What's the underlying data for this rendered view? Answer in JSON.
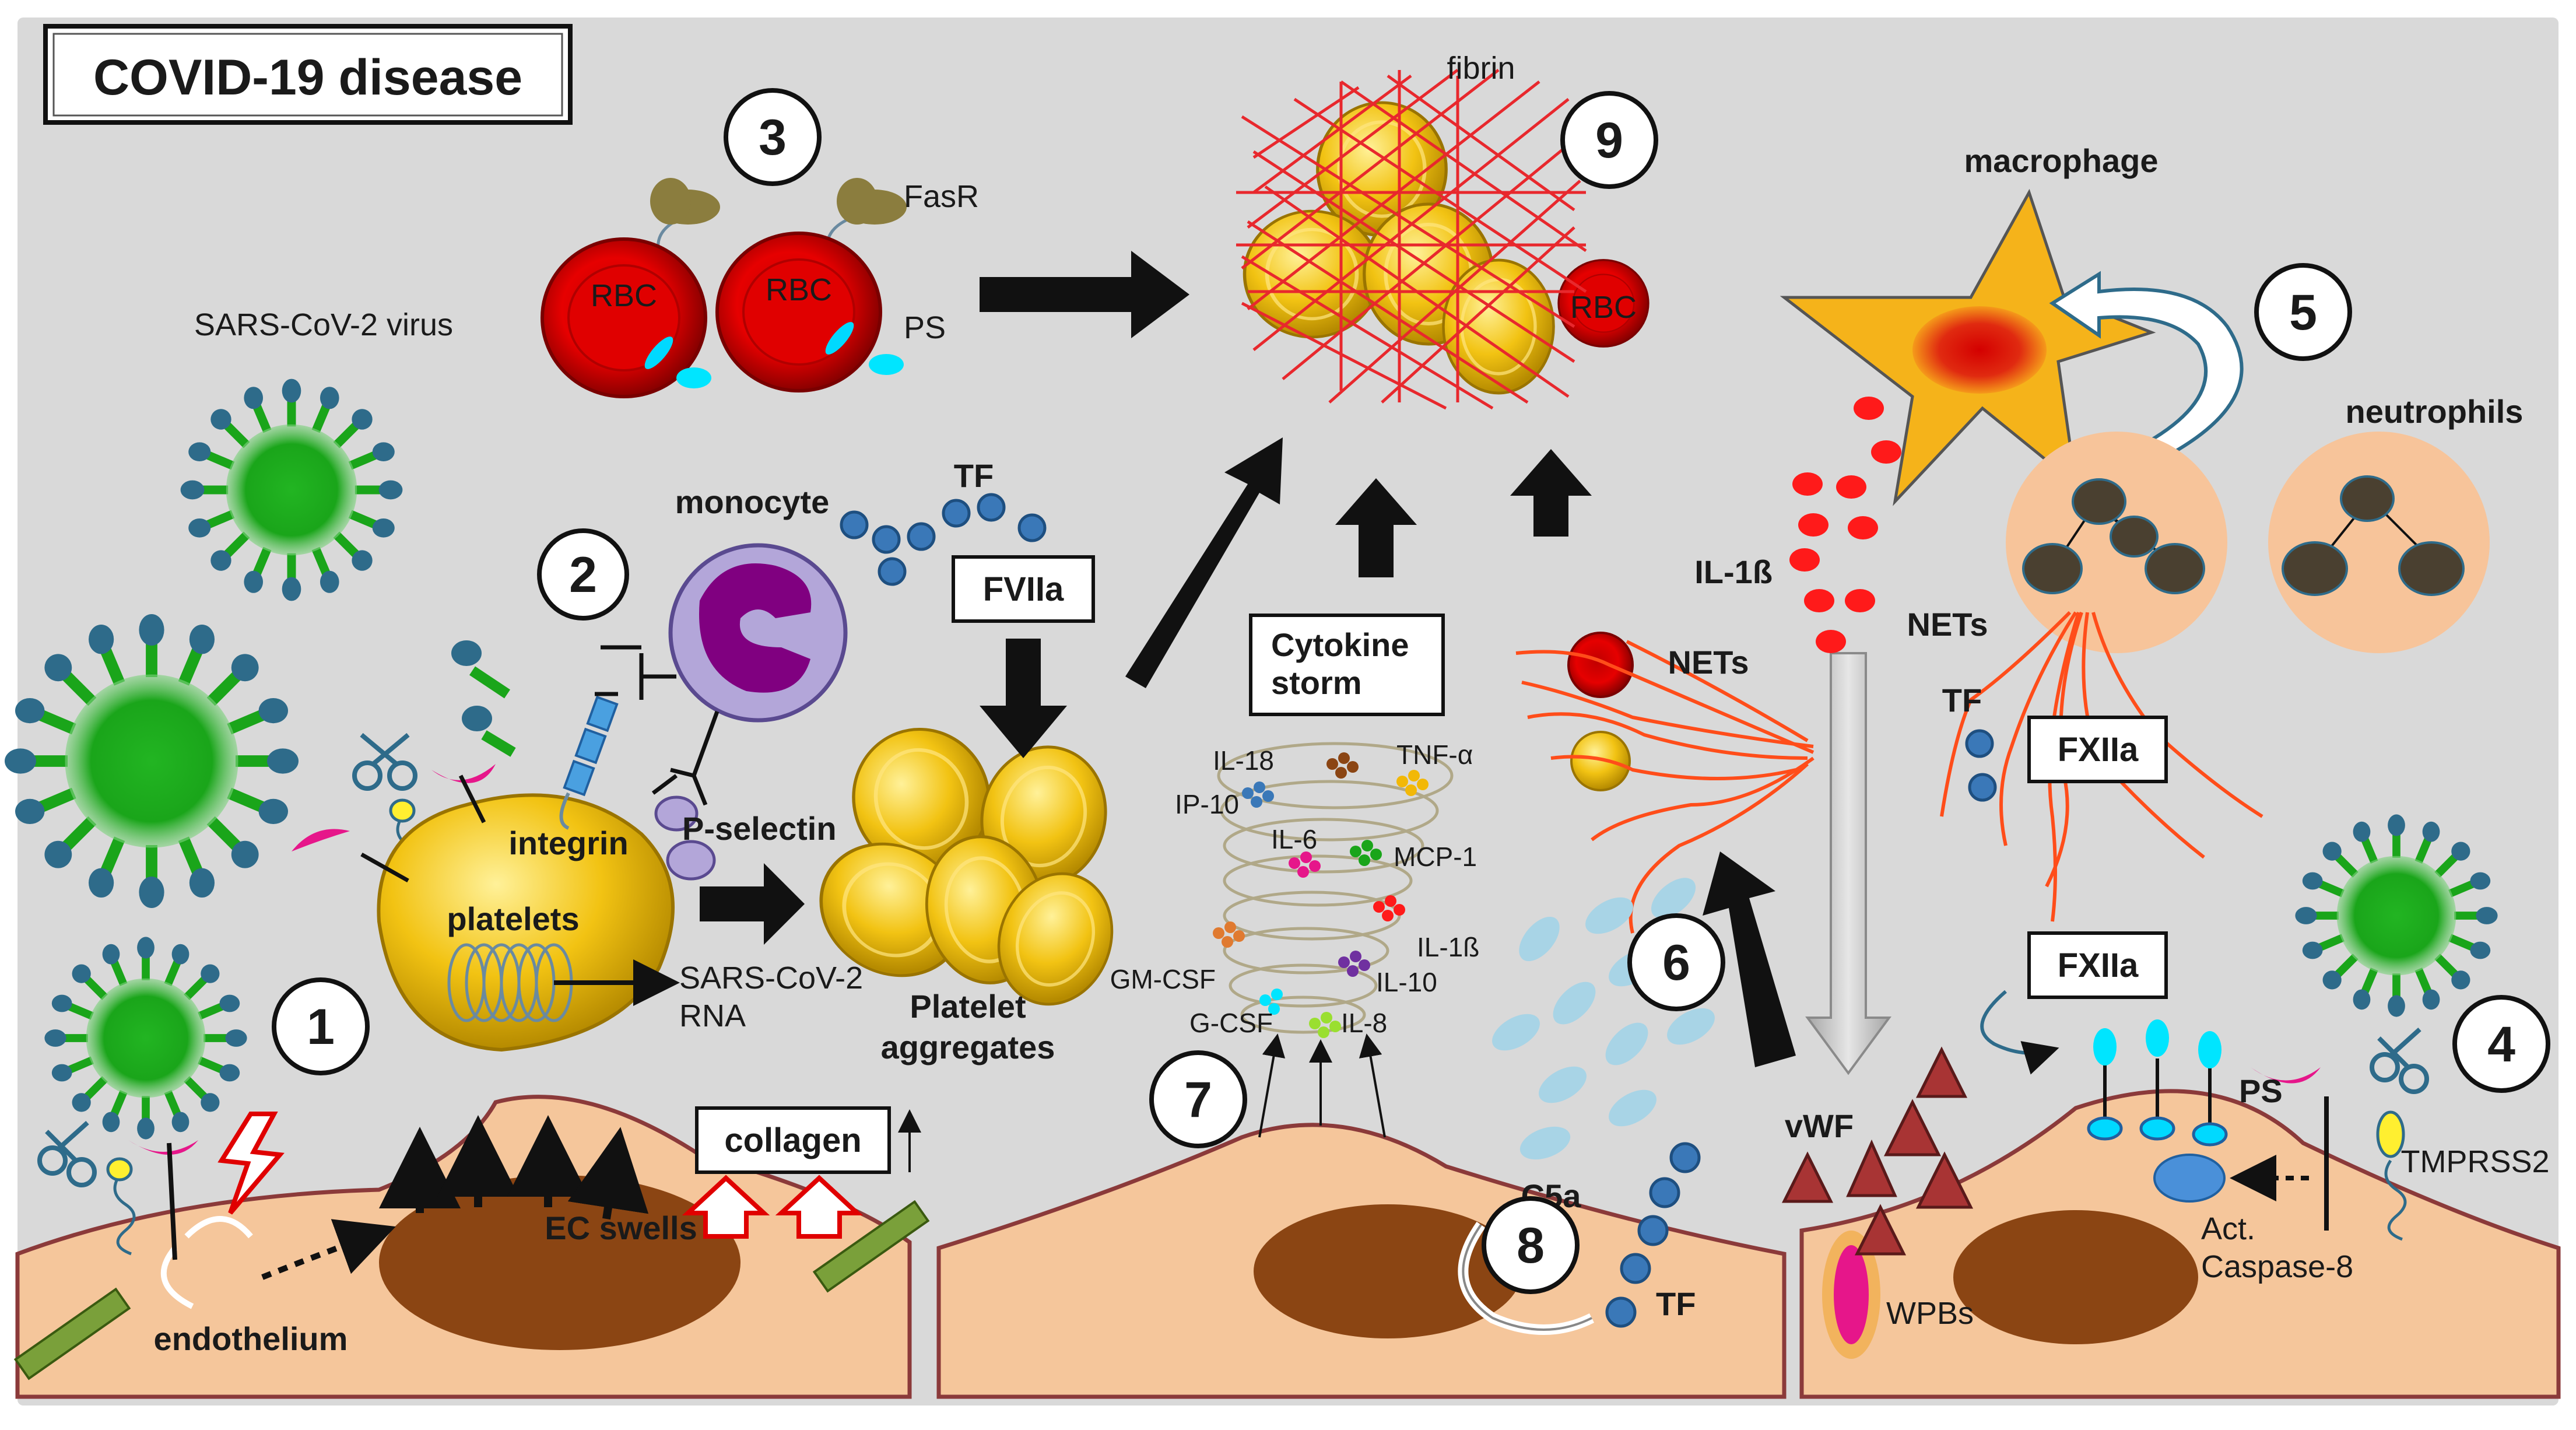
{
  "title": "COVID-19 disease",
  "colors": {
    "background": "#d9d9d9",
    "virus_core": "#1aa51a",
    "spike": "#2e6b8a",
    "platelet": "#f2c313",
    "rbc": "#d90000",
    "cell": "#f5c69b",
    "nucleus": "#8b4513",
    "fibrin": "#e8282d",
    "net": "#ff4d1a",
    "neutrophil": "#f7c49a"
  },
  "steps": [
    "1",
    "2",
    "3",
    "4",
    "5",
    "6",
    "7",
    "8",
    "9"
  ],
  "boxes": {
    "fviia": "FVIIa",
    "cytokine_line1": "Cytokine",
    "cytokine_line2": "storm",
    "collagen": "collagen",
    "fxiia_1": "FXIIa",
    "fxiia_2": "FXIIa"
  },
  "labels": {
    "virus": "SARS-CoV-2 virus",
    "monocyte": "monocyte",
    "tf_top": "TF",
    "integrin": "integrin",
    "p_selectin": "P-selectin",
    "platelets": "platelets",
    "rna_line1": "SARS-CoV-2",
    "rna_line2": "RNA",
    "aggregates_line1": "Platelet",
    "aggregates_line2": "aggregates",
    "fasr": "FasR",
    "rbc": "RBC",
    "ps": "PS",
    "fibrin": "fibrin",
    "macrophage": "macrophage",
    "neutrophils": "neutrophils",
    "il1b": "IL-1ß",
    "nets_left": "NETs",
    "nets_right": "NETs",
    "tf_right": "TF",
    "ec_swells": "EC swells",
    "endothelium": "endothelium",
    "c5a": "C5a",
    "tf_bottom": "TF",
    "vwf": "vWF",
    "wpbs": "WPBs",
    "ps_right": "PS",
    "tmprss2": "TMPRSS2",
    "caspase_line1": "Act.",
    "caspase_line2": "Caspase-8"
  },
  "cytokines": {
    "il18": "IL-18",
    "tnfa": "TNF-α",
    "ip10": "IP-10",
    "il6": "IL-6",
    "mcp1": "MCP-1",
    "il1b": "IL-1ß",
    "gmcsf": "GM-CSF",
    "il10": "IL-10",
    "gcsf": "G-CSF",
    "il8": "IL-8"
  }
}
